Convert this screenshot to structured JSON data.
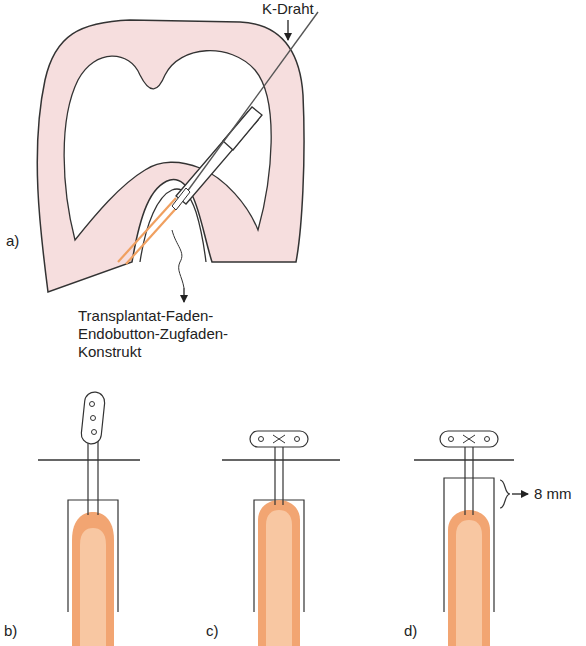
{
  "diagram": {
    "labels": [
      "K-Draht",
      "a)",
      "Transplantat-Faden- Endobutton-Zugfaden- Konstrukt",
      "b)",
      "c)",
      "d)",
      "8 mm"
    ]
  }
}
